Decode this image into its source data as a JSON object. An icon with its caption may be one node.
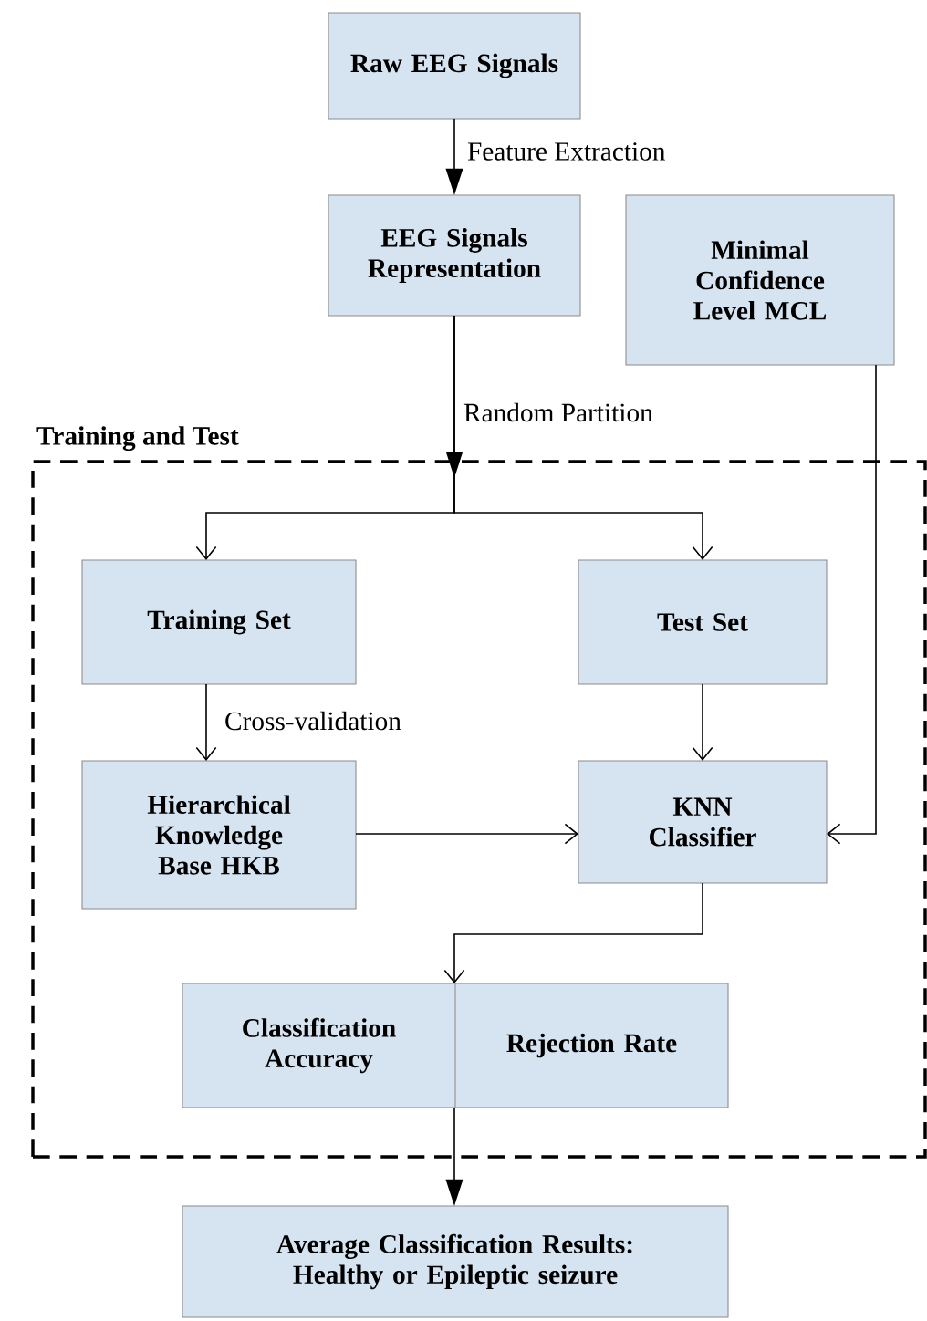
{
  "diagram": {
    "nodes": [
      {
        "text": [
          "Raw EEG Signals"
        ]
      },
      {
        "text": [
          "EEG Signals Representation"
        ]
      },
      {
        "text": [
          "Minimal Confidence Level MCL"
        ]
      },
      {
        "text": [
          "Training and Test"
        ]
      },
      {
        "text": [
          "Training Set"
        ],
        "in": 3
      },
      {
        "text": [
          "Test Set"
        ],
        "in": 3
      },
      {
        "text": [
          "Hierarchical Knowledge Base HKB"
        ],
        "in": 3
      },
      {
        "text": [
          "KNN Classifier"
        ],
        "in": 3
      },
      {
        "text": [
          "Classification Accuracy",
          "Rejection Rate"
        ],
        "in": 3
      },
      {
        "text": [
          "Average Classification Results: Healthy or Epileptic seizure"
        ]
      }
    ],
    "edges": [
      {
        "from": 0,
        "to": 1,
        "arrow": "to",
        "label": "Feature Extraction"
      },
      {
        "from": 1,
        "to": 4,
        "arrow": "to",
        "label": "Random Partition"
      },
      {
        "from": 1,
        "to": 5,
        "arrow": "to"
      },
      {
        "from": 4,
        "to": 6,
        "arrow": "to",
        "label": "Cross-validation"
      },
      {
        "from": 5,
        "to": 7,
        "arrow": "to"
      },
      {
        "from": 6,
        "to": 7,
        "arrow": "to"
      },
      {
        "from": 2,
        "to": 7,
        "arrow": "to"
      },
      {
        "from": 7,
        "to": 8,
        "arrow": "to"
      },
      {
        "from": 8,
        "to": 9,
        "arrow": "to"
      }
    ]
  }
}
